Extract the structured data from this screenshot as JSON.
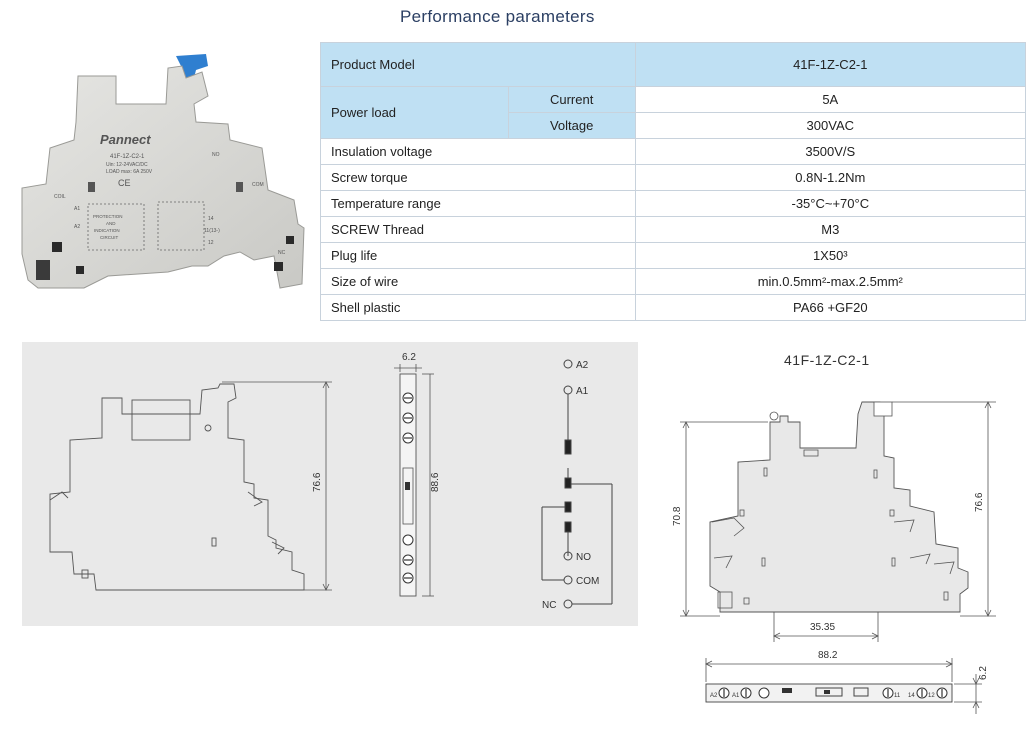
{
  "title": "Performance parameters",
  "table": {
    "product_model_label": "Product Model",
    "product_model_value": "41F-1Z-C2-1",
    "power_load_label": "Power load",
    "current_label": "Current",
    "current_value": "5A",
    "voltage_label": "Voltage",
    "voltage_value": "300VAC",
    "rows": [
      {
        "label": "Insulation voltage",
        "value": "3500V/S"
      },
      {
        "label": "Screw torque",
        "value": "0.8N-1.2Nm"
      },
      {
        "label": "Temperature range",
        "value": "-35°C~+70°C"
      },
      {
        "label": "SCREW Thread",
        "value": "M3"
      },
      {
        "label": "Plug life",
        "value": "1X50³"
      },
      {
        "label": "Size of wire",
        "value": "min.0.5mm²-max.2.5mm²"
      },
      {
        "label": "Shell plastic",
        "value": "PA66 +GF20"
      }
    ]
  },
  "photo": {
    "brand": "Pannect",
    "model": "41F-1Z-C2-1",
    "rating": "Uin: 12-24VAC/DC",
    "load": "LOAD max: 6A 250V",
    "circuit_label_1": "PROTECTION",
    "circuit_label_2": "AND",
    "circuit_label_3": "INDICATION",
    "circuit_label_4": "CIRCUIT",
    "coil": "COIL",
    "a1": "A1",
    "a2": "A2",
    "t14": "14",
    "t11": "11(13-)",
    "t12": "12",
    "com": "COM",
    "no": "NO",
    "nc": "NC",
    "ce": "CE"
  },
  "left_drawing": {
    "height_dim": "76.6",
    "width_dim": "6.2",
    "length_dim": "88.6",
    "wiring": {
      "a2": "A2",
      "a1": "A1",
      "no": "NO",
      "com": "COM",
      "nc": "NC"
    }
  },
  "right_drawing": {
    "title": "41F-1Z-C2-1",
    "left_height": "70.8",
    "right_height": "76.6",
    "base_width": "35.35",
    "length": "88.2",
    "thickness": "6.2",
    "terminal_labels": [
      "A2",
      "A1",
      "11",
      "14",
      "12"
    ]
  },
  "colors": {
    "header_blue": "#bfe0f3",
    "title_blue": "#2b3f63",
    "panel_gray": "#e9e9e9"
  }
}
